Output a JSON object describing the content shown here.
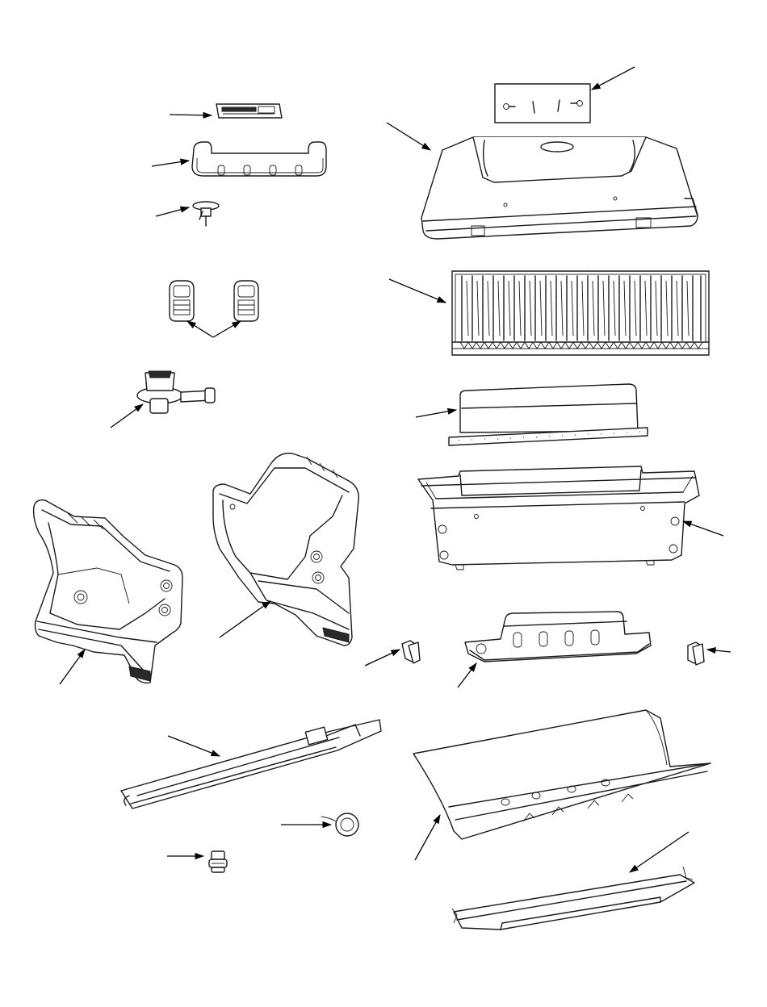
{
  "diagram": {
    "type": "exploded-parts-view",
    "line_color": "#1a1a1a",
    "background": "#ffffff",
    "parts": [
      "control-panel-label",
      "handle",
      "ignition-electrode",
      "latch-clips",
      "regulator-valve",
      "lid-hardware-kit",
      "lid",
      "cooking-grate",
      "heat-shield",
      "firebox",
      "left-leg",
      "right-leg",
      "side-brackets",
      "bottom-tray",
      "burner-tube",
      "grommet-ring",
      "knob-stem",
      "heat-deflector",
      "grease-tray"
    ]
  }
}
